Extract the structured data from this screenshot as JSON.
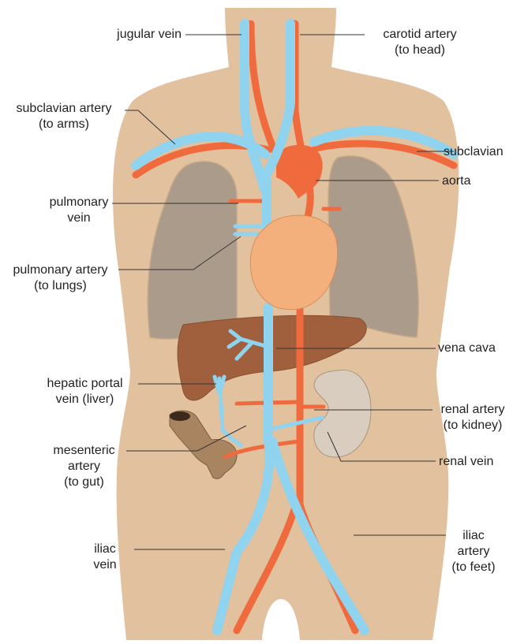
{
  "colors": {
    "skin": "#e2c19f",
    "vein": "#8fd3ef",
    "vein_edge": "#4aa6d6",
    "artery": "#ef6b3e",
    "artery_edge": "#d84b22",
    "heart": "#f3b07c",
    "lung": "#ab9b8a",
    "liver": "#a0603d",
    "kidney": "#d8cdbf",
    "gut": "#a88460",
    "leader": "#333333"
  },
  "labels": {
    "jugular_vein": {
      "lines": [
        "jugular vein"
      ]
    },
    "carotid_artery": {
      "lines": [
        "carotid artery",
        "(to head)"
      ]
    },
    "subclavian_artery": {
      "lines": [
        "subclavian artery",
        "(to arms)"
      ]
    },
    "subclavian_vein": {
      "lines": [
        "subclavian"
      ]
    },
    "aorta": {
      "lines": [
        "aorta"
      ]
    },
    "pulmonary_vein": {
      "lines": [
        "pulmonary",
        "vein"
      ]
    },
    "pulmonary_artery": {
      "lines": [
        "pulmonary artery",
        "(to lungs)"
      ]
    },
    "vena_cava": {
      "lines": [
        "vena cava"
      ]
    },
    "hepatic_portal_vein": {
      "lines": [
        "hepatic portal",
        "vein (liver)"
      ]
    },
    "renal_artery": {
      "lines": [
        "renal artery",
        "(to kidney)"
      ]
    },
    "mesenteric_artery": {
      "lines": [
        "mesenteric",
        "artery",
        "(to gut)"
      ]
    },
    "renal_vein": {
      "lines": [
        "renal vein"
      ]
    },
    "iliac_vein": {
      "lines": [
        "iliac",
        "vein"
      ]
    },
    "iliac_artery": {
      "lines": [
        "iliac",
        "artery",
        "(to feet)"
      ]
    }
  }
}
